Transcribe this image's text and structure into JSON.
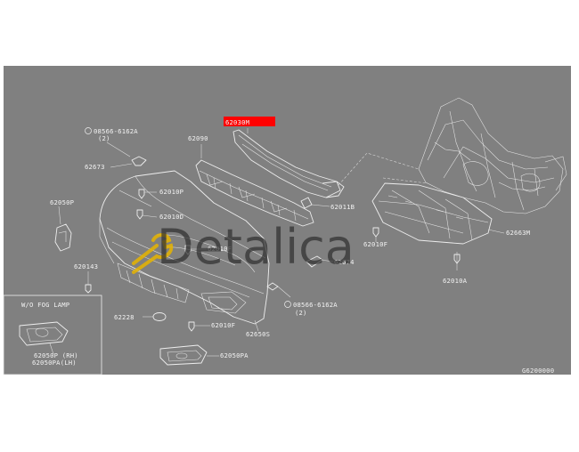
{
  "diagram": {
    "colors": {
      "background": "#808080",
      "line": "#eeeeee",
      "highlight": "#ff0000",
      "watermark": "#2e2e2e",
      "wrench": "#e6b400"
    },
    "watermark": "Detalica",
    "inset_title": "W/O FOG LAMP",
    "diagram_code": "G6200000",
    "highlighted_part": "62030M",
    "labels": {
      "screw_top": "08566-6162A",
      "screw_top_qty": "(2)",
      "p62673": "62673",
      "p62090": "62090",
      "p62010P": "62010P",
      "p62010D": "62010D",
      "p62050P": "62050P",
      "p62010F_a": "62010F",
      "p620143": "620143",
      "p62228": "62228",
      "p62010F_b": "62010F",
      "p62650S": "62650S",
      "p62050PA": "62050PA",
      "screw_bottom": "08566-6162A",
      "screw_bottom_qty": "(2)",
      "p62674": "62674",
      "p62011B": "62011B",
      "p62010F_c": "62010F",
      "p62663M": "62663M",
      "p62010A": "62010A",
      "inset_rh": "62050P (RH)",
      "inset_lh": "62050PA(LH)"
    }
  }
}
